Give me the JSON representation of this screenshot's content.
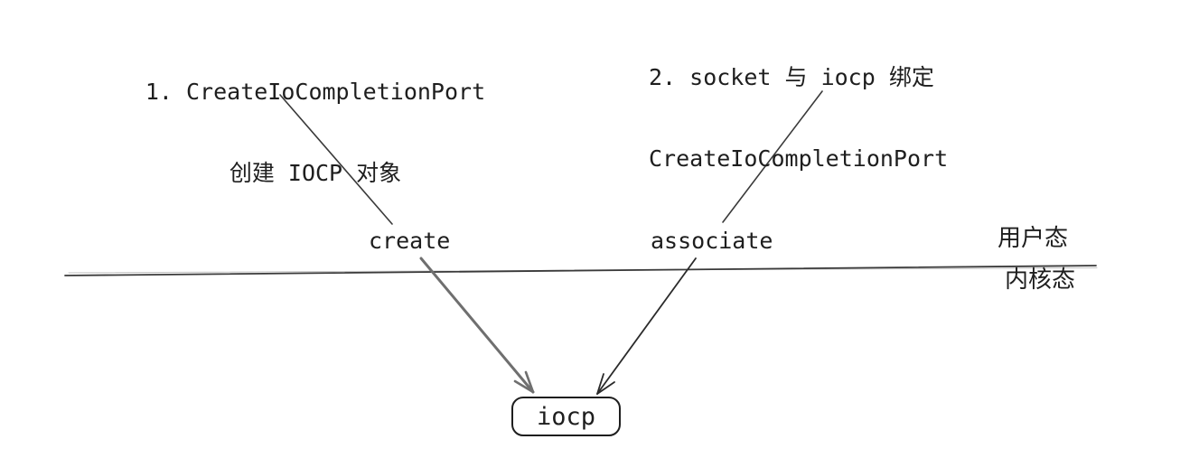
{
  "diagram": {
    "title_hint": "IOCP create and associate flow",
    "annotations": {
      "create": {
        "line1": "1. CreateIoCompletionPort",
        "line2": "创建 IOCP 对象"
      },
      "associate": {
        "line1": "2. socket 与 iocp 绑定",
        "line2": "CreateIoCompletionPort"
      }
    },
    "labels": {
      "create": "create",
      "associate": "associate",
      "user_mode": "用户态",
      "kernel_mode": "内核态"
    },
    "nodes": {
      "iocp": "iocp"
    },
    "colors": {
      "ink": "#1e1e1e",
      "line": "#3a3a3a",
      "arrow_gray": "#6f6f6f",
      "background": "#ffffff"
    }
  }
}
